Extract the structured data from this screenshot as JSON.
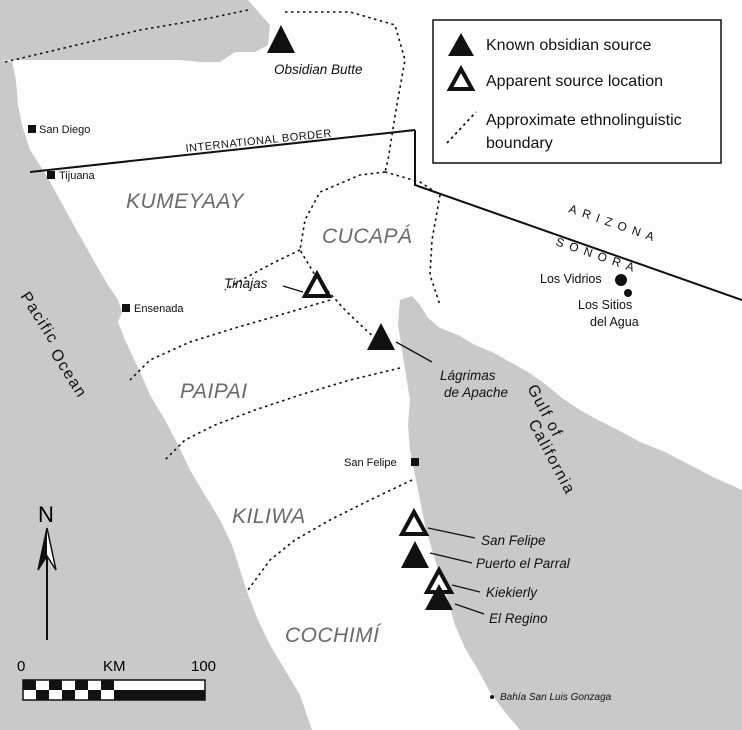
{
  "legend": {
    "known_source": "Known obsidian source",
    "apparent_source": "Apparent source location",
    "boundary_line1": "Approximate ethnolinguistic",
    "boundary_line2": "boundary"
  },
  "regions": {
    "kumeyaay": "KUMEYAAY",
    "cucapa": "CUCAPÁ",
    "paipai": "PAIPAI",
    "kiliwa": "KILIWA",
    "cochimi": "COCHIMÍ"
  },
  "sources": {
    "obsidian_butte": "Obsidian Butte",
    "tinajas": "Tinajas",
    "lagrimas_line1": "Lágrimas",
    "lagrimas_line2": "de Apache",
    "san_felipe": "San Felipe",
    "puerto_el_parral": "Puerto el Parral",
    "kiekierly": "Kiekierly",
    "el_regino": "El Regino"
  },
  "cities": {
    "san_diego": "San Diego",
    "tijuana": "Tijuana",
    "ensenada": "Ensenada",
    "san_felipe": "San Felipe",
    "bahia": "Bahía San Luis Gonzaga",
    "los_vidrios": "Los Vidrios",
    "los_sitios_line1": "Los Sitios",
    "los_sitios_line2": "del Agua"
  },
  "waters": {
    "pacific_line1": "Pacific",
    "pacific_line2": "Ocean",
    "gulf_line1": "Gulf of",
    "gulf_line2": "California"
  },
  "boundaries": {
    "international": "INTERNATIONAL BORDER",
    "arizona": "ARIZONA",
    "sonora": "SONORA"
  },
  "scale": {
    "north": "N",
    "zero": "0",
    "unit": "KM",
    "max": "100"
  },
  "colors": {
    "water": "#c9c9c9",
    "land": "#ffffff",
    "ink": "#111111",
    "region_label": "#6b6b6b"
  }
}
